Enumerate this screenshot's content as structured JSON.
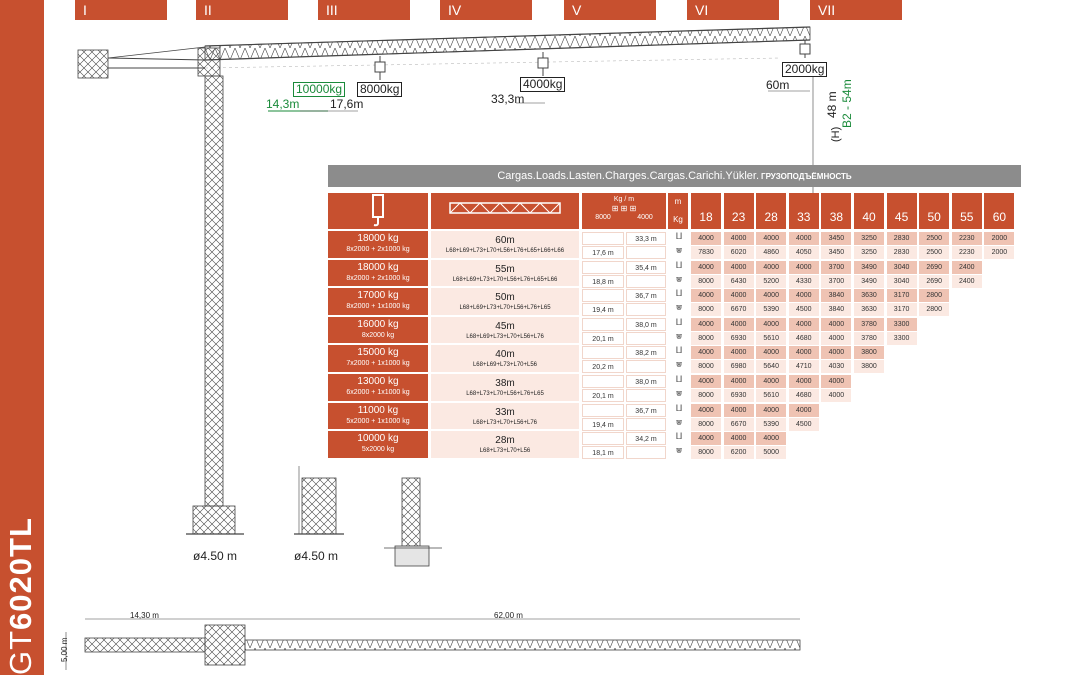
{
  "model": {
    "prefix": "GT",
    "bold": "6020TL"
  },
  "sections": [
    "I",
    "II",
    "III",
    "IV",
    "V",
    "VI",
    "VII"
  ],
  "drawing": {
    "max_load": "10000kg",
    "counter_jib": "14,3m",
    "radius_max_load": "17,6m",
    "load_8000": "8000kg",
    "load_4000": "4000kg",
    "radius_33": "33,3m",
    "tip_load": "2000kg",
    "jib_length": "60m",
    "height": "48 m",
    "height_h": "(H)",
    "base_range": "B2 - 54m",
    "base1": "ø4.50 m",
    "base2": "ø4.50 m",
    "plan_left": "14,30 m",
    "plan_right": "62,00 m",
    "plan_width": "5,00 m"
  },
  "table": {
    "title": "Cargas.Loads.Lasten.Charges.Cargas.Carichi.Yükler.",
    "title_ru": "ГРУЗОПОДЪЁМНОСТЬ",
    "kg_m": "Kg / m",
    "kg_m_vals": [
      "8000",
      "4000"
    ],
    "m_label": "m",
    "kg_label": "Kg",
    "radii": [
      "18",
      "23",
      "28",
      "33",
      "38",
      "40",
      "45",
      "50",
      "55",
      "60"
    ],
    "rows": [
      {
        "load": "18000 kg",
        "counter": "8x2000 + 2x1000 kg",
        "jib": "60m",
        "config": "L68+L69+L73+L70+L56+L76+L65+L66+L66",
        "r8000": "17,6 m",
        "r4000": "33,3 m",
        "loads4": [
          "4000",
          "4000",
          "4000",
          "4000",
          "3450",
          "3250",
          "2830",
          "2500",
          "2230",
          "2000"
        ],
        "loads8": [
          "7830",
          "6020",
          "4860",
          "4050",
          "3450",
          "3250",
          "2830",
          "2500",
          "2230",
          "2000"
        ]
      },
      {
        "load": "18000 kg",
        "counter": "8x2000 + 2x1000 kg",
        "jib": "55m",
        "config": "L68+L69+L73+L70+L56+L76+L65+L66",
        "r8000": "18,8 m",
        "r4000": "35,4 m",
        "loads4": [
          "4000",
          "4000",
          "4000",
          "4000",
          "3700",
          "3490",
          "3040",
          "2690",
          "2400"
        ],
        "loads8": [
          "8000",
          "6430",
          "5200",
          "4330",
          "3700",
          "3490",
          "3040",
          "2690",
          "2400"
        ]
      },
      {
        "load": "17000 kg",
        "counter": "8x2000 + 1x1000 kg",
        "jib": "50m",
        "config": "L68+L69+L73+L70+L56+L76+L65",
        "r8000": "19,4 m",
        "r4000": "36,7 m",
        "loads4": [
          "4000",
          "4000",
          "4000",
          "4000",
          "3840",
          "3630",
          "3170",
          "2800"
        ],
        "loads8": [
          "8000",
          "6670",
          "5390",
          "4500",
          "3840",
          "3630",
          "3170",
          "2800"
        ]
      },
      {
        "load": "16000 kg",
        "counter": "8x2000 kg",
        "jib": "45m",
        "config": "L68+L69+L73+L70+L56+L76",
        "r8000": "20,1 m",
        "r4000": "38,0 m",
        "loads4": [
          "4000",
          "4000",
          "4000",
          "4000",
          "4000",
          "3780",
          "3300"
        ],
        "loads8": [
          "8000",
          "6930",
          "5610",
          "4680",
          "4000",
          "3780",
          "3300"
        ]
      },
      {
        "load": "15000 kg",
        "counter": "7x2000 + 1x1000 kg",
        "jib": "40m",
        "config": "L68+L69+L73+L70+L56",
        "r8000": "20,2 m",
        "r4000": "38,2 m",
        "loads4": [
          "4000",
          "4000",
          "4000",
          "4000",
          "4000",
          "3800"
        ],
        "loads8": [
          "8000",
          "6980",
          "5640",
          "4710",
          "4030",
          "3800"
        ]
      },
      {
        "load": "13000 kg",
        "counter": "6x2000 + 1x1000 kg",
        "jib": "38m",
        "config": "L68+L73+L70+L56+L76+L65",
        "r8000": "20,1 m",
        "r4000": "38,0 m",
        "loads4": [
          "4000",
          "4000",
          "4000",
          "4000",
          "4000"
        ],
        "loads8": [
          "8000",
          "6930",
          "5610",
          "4680",
          "4000"
        ]
      },
      {
        "load": "11000 kg",
        "counter": "5x2000 + 1x1000 kg",
        "jib": "33m",
        "config": "L68+L73+L70+L56+L76",
        "r8000": "19,4 m",
        "r4000": "36,7 m",
        "loads4": [
          "4000",
          "4000",
          "4000",
          "4000"
        ],
        "loads8": [
          "8000",
          "6670",
          "5390",
          "4500"
        ]
      },
      {
        "load": "10000 kg",
        "counter": "5x2000 kg",
        "jib": "28m",
        "config": "L68+L73+L70+L56",
        "r8000": "18,1 m",
        "r4000": "34,2 m",
        "loads4": [
          "4000",
          "4000",
          "4000"
        ],
        "loads8": [
          "8000",
          "6200",
          "5000"
        ]
      }
    ]
  },
  "colors": {
    "accent": "#c7502f",
    "pink": "#efc3b3",
    "light": "#fbe9e2",
    "header_grey": "#8c8c8c",
    "green": "#1a8a3a"
  }
}
